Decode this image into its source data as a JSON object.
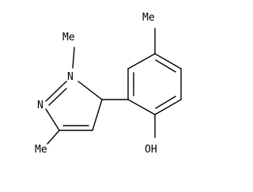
{
  "molecule": {
    "atom_labels": {
      "methyl_n": "Me",
      "n1": "N",
      "n2": "N",
      "methyl_c3": "Me",
      "methyl_ring": "Me",
      "hydroxyl": "OH"
    },
    "colors": {
      "bond": "#000000",
      "label": "#000000",
      "background": "#ffffff"
    }
  }
}
